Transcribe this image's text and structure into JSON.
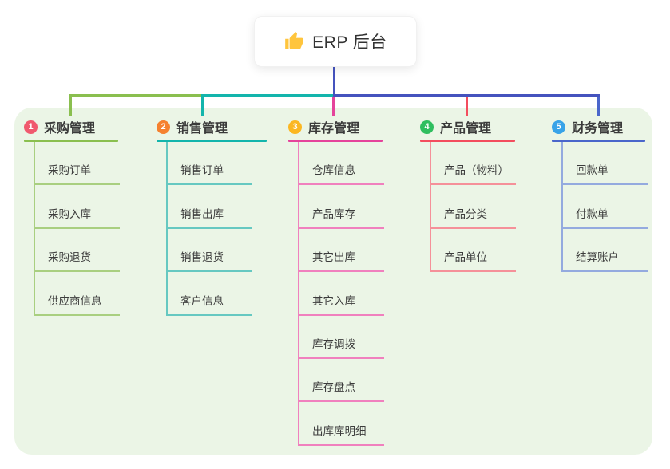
{
  "root": {
    "label": "ERP 后台",
    "icon": "thumbs-up-icon",
    "icon_color": "#FFC53D"
  },
  "branches": [
    {
      "index": "1",
      "label": "采购管理",
      "badge_color": "#F0596E",
      "line_color": "#8ABF4F",
      "child_line_color": "#A9CF80",
      "children": [
        "采购订单",
        "采购入库",
        "采购退货",
        "供应商信息"
      ]
    },
    {
      "index": "2",
      "label": "销售管理",
      "badge_color": "#F5812F",
      "line_color": "#13B5AC",
      "child_line_color": "#66C8C1",
      "children": [
        "销售订单",
        "销售出库",
        "销售退货",
        "客户信息"
      ]
    },
    {
      "index": "3",
      "label": "库存管理",
      "badge_color": "#FBB722",
      "line_color": "#E5439B",
      "child_line_color": "#F080BE",
      "children": [
        "仓库信息",
        "产品库存",
        "其它出库",
        "其它入库",
        "库存调拨",
        "库存盘点",
        "出库库明细"
      ]
    },
    {
      "index": "4",
      "label": "产品管理",
      "badge_color": "#2FBE5F",
      "line_color": "#F34D5E",
      "child_line_color": "#F59099",
      "children": [
        "产品（物料）",
        "产品分类",
        "产品单位"
      ]
    },
    {
      "index": "5",
      "label": "财务管理",
      "badge_color": "#38A3E8",
      "line_color": "#4A66CB",
      "child_line_color": "#94AADF",
      "children": [
        "回款单",
        "付款单",
        "结算账户"
      ]
    }
  ],
  "colors": {
    "panel_bg": "#EBF5E6",
    "root_connector": "#4553BE",
    "card_bg": "#FFFFFF",
    "header_text": "#3A3A3A",
    "child_text": "#3C3C3C"
  }
}
